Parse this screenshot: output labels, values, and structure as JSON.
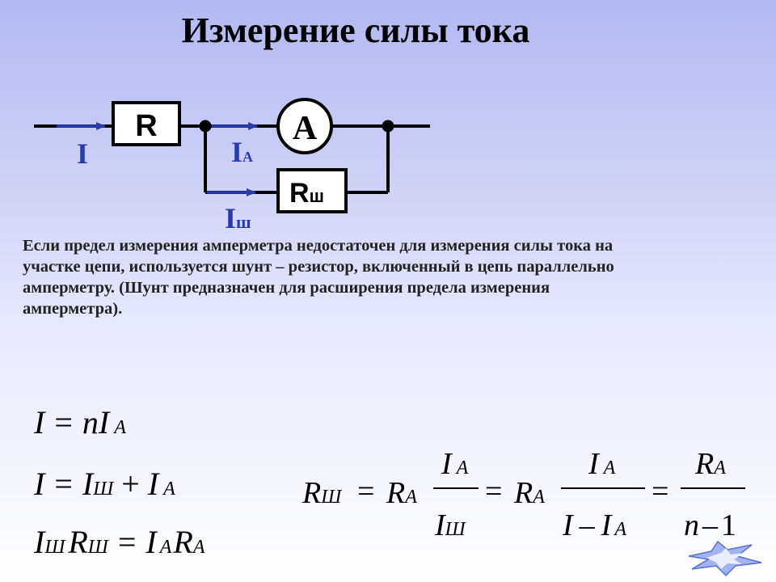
{
  "title": "Измерение силы тока",
  "circuit": {
    "resistor_label": "R",
    "ammeter_label": "A",
    "shunt_label_main": "R",
    "shunt_label_sub": "ш",
    "current_total": "I",
    "current_ammeter_main": "I",
    "current_ammeter_sub": "А",
    "current_shunt_main": "I",
    "current_shunt_sub": "ш",
    "wire_color": "#000000",
    "arrow_color": "#2a3bb0"
  },
  "description": {
    "lines": [
      "Если предел измерения амперметра недостаточен для измерения силы тока на",
      "участке цепи, используется шунт – резистор, включенный в цепь параллельно",
      "амперметру. (Шунт предназначен для расширения предела измерения",
      "амперметра)."
    ]
  },
  "formulas": {
    "f1": {
      "lhs": "I",
      "eq": "=",
      "n": "nI",
      "sub": "A"
    },
    "f2": {
      "lhs": "I",
      "eq": "=",
      "t1": "I",
      "t1sub": "Ш",
      "plus": "+",
      "t2": "I",
      "t2sub": "A"
    },
    "f3": {
      "a": "I",
      "asub": "Ш",
      "b": "R",
      "bsub": "Ш",
      "eq": "=",
      "c": "I",
      "csub": "A",
      "d": "R",
      "dsub": "A"
    },
    "f4": {
      "lhs": "R",
      "lhssub": "Ш",
      "eq": "=",
      "r1": "R",
      "r1sub": "A",
      "n1": "I",
      "n1sub": "A",
      "d1": "I",
      "d1sub": "Ш",
      "r2": "R",
      "r2sub": "A",
      "n2": "I",
      "n2sub": "A",
      "d2a": "I",
      "minus": "–",
      "d2b": "I",
      "d2bsub": "A",
      "n3": "R",
      "n3sub": "A",
      "d3": "n",
      "d3minus": "–",
      "d3one": "1"
    }
  }
}
